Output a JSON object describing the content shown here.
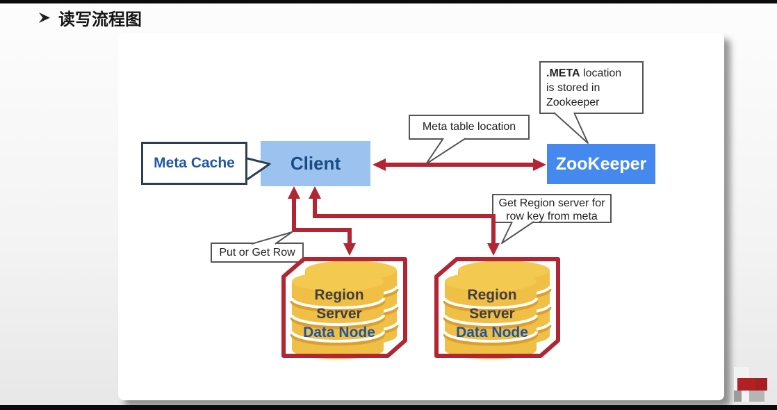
{
  "palette": {
    "arrow_red": "#b22533",
    "client_fill": "#9cc3ef",
    "client_text": "#1b4b85",
    "zookeeper_fill": "#4689ee",
    "zookeeper_text": "#ffffff",
    "meta_cache_text": "#2257a5",
    "meta_cache_border": "#2c3e50",
    "callout_border": "#555555",
    "cylinder_gold": "#f0bf45",
    "cylinder_gold_top": "#f4c94f",
    "cylinder_gold_dark": "#dca031",
    "server_outline_red": "#b22533",
    "region_text": "#3f3f3f",
    "data_node_text": "#1f55a0",
    "logo_red": "#b02125",
    "logo_red2": "#a51f23",
    "logo_gray": "#9c9c9c",
    "logo_gray_light": "#f2f2f2",
    "logo_gray_mid": "#b5b5b5"
  },
  "slide": {
    "title": "读写流程图"
  },
  "diagram": {
    "nodes": {
      "meta_cache": {
        "label": "Meta Cache"
      },
      "client": {
        "label": "Client"
      },
      "zookeeper": {
        "label": "ZooKeeper"
      }
    },
    "callouts": {
      "meta_table_location": {
        "text": "Meta table location"
      },
      "meta_location_note": {
        "line1_bold": ".META",
        "line1_rest": " location",
        "line2": "is stored in",
        "line3": "Zookeeper"
      },
      "put_or_get_row": {
        "text": "Put or Get Row"
      },
      "get_region_server": {
        "line1": "Get Region server for",
        "line2": "row key from meta"
      }
    },
    "region_servers": [
      {
        "line1": "Region",
        "line2": "Server",
        "line3": "Data Node"
      },
      {
        "line1": "Region",
        "line2": "Server",
        "line3": "Data Node"
      }
    ],
    "edges": [
      {
        "from": "Client",
        "to": "ZooKeeper",
        "style": "double-headed-red-arrow",
        "label": "Meta table location"
      },
      {
        "from": "Client",
        "to": "Region Server 1",
        "style": "double-headed-red-elbow",
        "label": "Put or Get Row"
      },
      {
        "from": "Client",
        "to": "Region Server 2",
        "style": "double-headed-red-elbow",
        "label": "Get Region server for row key from meta"
      },
      {
        "from": ".META location note",
        "to": "ZooKeeper",
        "style": "callout-tail",
        "label": ".META location is stored in Zookeeper"
      }
    ]
  }
}
